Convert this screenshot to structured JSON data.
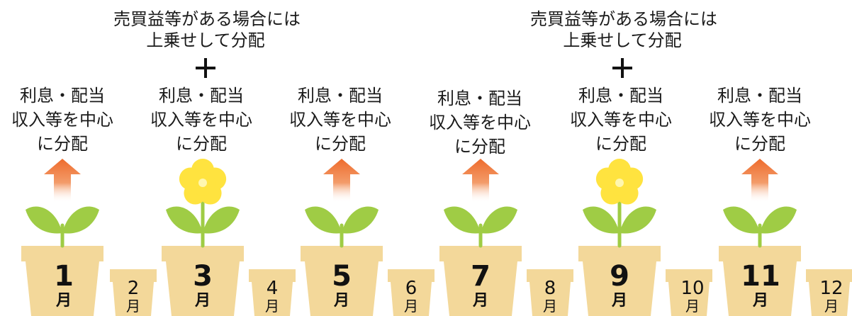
{
  "extra_note": [
    "売買益等がある場合には",
    "上乗せして分配"
  ],
  "base_label": [
    "利息・配当",
    "収入等を中心",
    "に分配"
  ],
  "unit": "月",
  "odd_months": [
    "1",
    "3",
    "5",
    "7",
    "9",
    "11"
  ],
  "even_months": [
    "2",
    "4",
    "6",
    "8",
    "10",
    "12"
  ],
  "colors": {
    "pot": "#f3d89a",
    "leaf": "#9fcc45",
    "flower_petal": "#ffe33f",
    "flower_center": "#fff7b0",
    "arrow": "#ee6b2c",
    "text": "#1a1a1a"
  }
}
